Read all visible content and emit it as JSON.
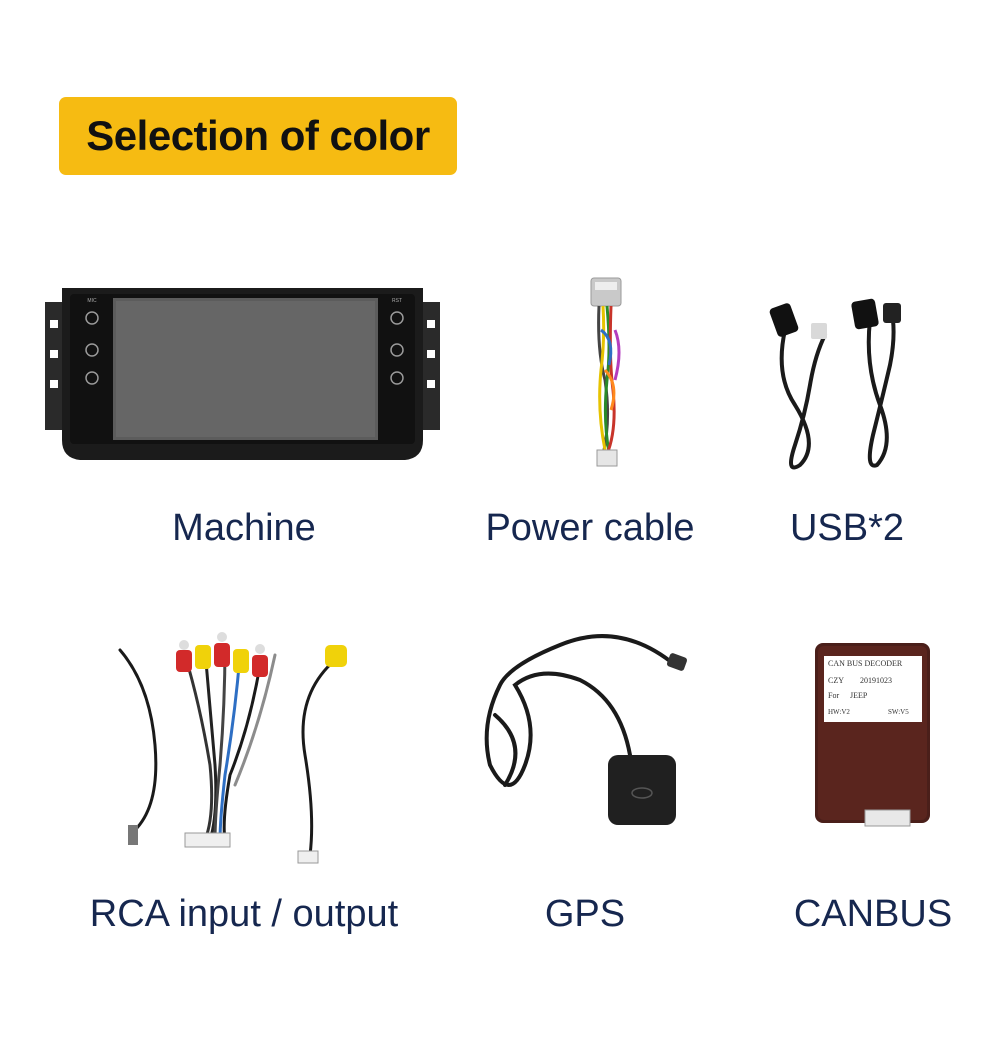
{
  "header": {
    "title": "Selection of color"
  },
  "items": [
    {
      "label": "Machine"
    },
    {
      "label": "Power cable"
    },
    {
      "label": "USB*2"
    },
    {
      "label": "RCA input / output"
    },
    {
      "label": "GPS"
    },
    {
      "label": "CANBUS"
    }
  ],
  "machine": {
    "mic_text": "MIC",
    "rst_text": "RST"
  },
  "canbus_box": {
    "line1": "CAN BUS DECODER",
    "line2": "CZY",
    "line2b": "20191023",
    "line3": "For",
    "line3b": "JEEP",
    "line4": "HW:V2",
    "line4b": "SW:V5"
  },
  "colors": {
    "badge": "#f6bb12",
    "label": "#16274f"
  }
}
